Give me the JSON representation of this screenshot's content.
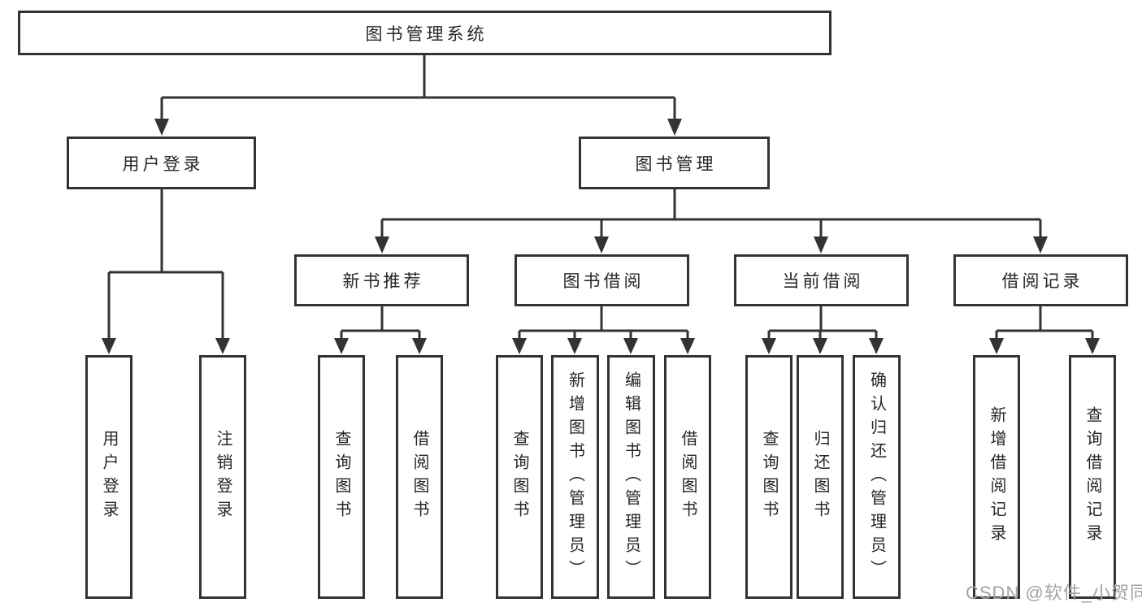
{
  "tree": {
    "label": "图书管理系统",
    "children": [
      {
        "label": "用户登录",
        "children": [
          {
            "label": "用户登录"
          },
          {
            "label": "注销登录"
          }
        ]
      },
      {
        "label": "图书管理",
        "children": [
          {
            "label": "新书推荐",
            "children": [
              {
                "label": "查询图书"
              },
              {
                "label": "借阅图书"
              }
            ]
          },
          {
            "label": "图书借阅",
            "children": [
              {
                "label": "查询图书"
              },
              {
                "label": "新增图书（管理员）"
              },
              {
                "label": "编辑图书（管理员）"
              },
              {
                "label": "借阅图书"
              }
            ]
          },
          {
            "label": "当前借阅",
            "children": [
              {
                "label": "查询图书"
              },
              {
                "label": "归还图书"
              },
              {
                "label": "确认归还（管理员）"
              }
            ]
          },
          {
            "label": "借阅记录",
            "children": [
              {
                "label": "新增借阅记录"
              },
              {
                "label": "查询借阅记录"
              }
            ]
          }
        ]
      }
    ]
  },
  "watermark": "CSDN @软件_小贺同学",
  "colors": {
    "line": "#333333",
    "text": "#262626",
    "box_background": "#ffffff",
    "watermark": "#a3a3a3"
  }
}
